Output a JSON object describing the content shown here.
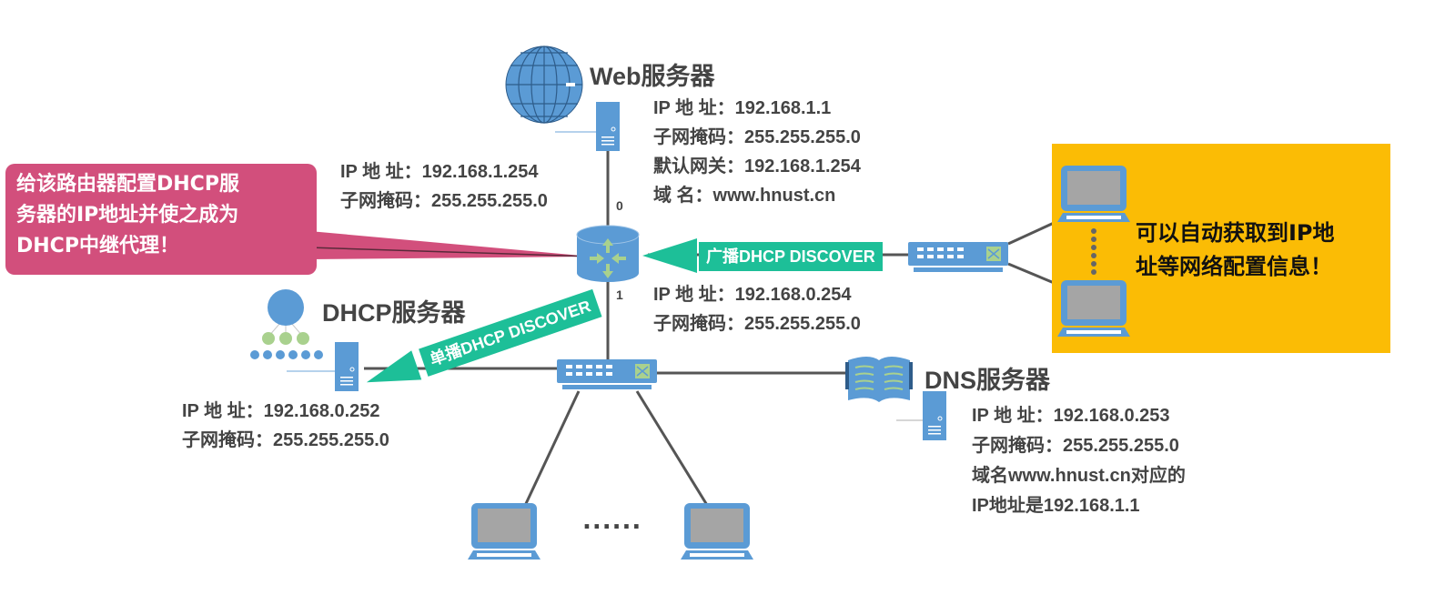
{
  "nodes": {
    "web_server": {
      "title": "Web服务器",
      "lines": [
        "IP 地  址：192.168.1.1",
        "子网掩码：255.255.255.0",
        "默认网关：192.168.1.254",
        "域      名：www.hnust.cn"
      ]
    },
    "router_port0": {
      "port": "0",
      "lines": [
        "IP 地  址：192.168.1.254",
        "子网掩码：255.255.255.0"
      ]
    },
    "router_port1": {
      "port": "1",
      "lines": [
        "IP 地  址：192.168.0.254",
        "子网掩码：255.255.255.0"
      ]
    },
    "dhcp_server": {
      "title": "DHCP服务器",
      "lines": [
        "IP 地  址：192.168.0.252",
        "子网掩码：255.255.255.0"
      ]
    },
    "dns_server": {
      "title": "DNS服务器",
      "lines": [
        "IP 地  址：192.168.0.253",
        "子网掩码：255.255.255.0",
        "域名www.hnust.cn对应的",
        "IP地址是192.168.1.1"
      ]
    }
  },
  "callouts": {
    "router_note": [
      "给该路由器配置DHCP服",
      "务器的IP地址并使之成为",
      "DHCP中继代理！"
    ],
    "clients_note": [
      "可以自动获取到IP地",
      "址等网络配置信息！"
    ]
  },
  "messages": {
    "broadcast": "广播DHCP DISCOVER",
    "unicast": "单播DHCP DISCOVER"
  },
  "ellipsis": "......",
  "colors": {
    "device_blue": "#5b9bd5",
    "accent_green": "#a9d18e",
    "message_teal": "#1dbf98",
    "callout_pink": "#d24f7c",
    "highlight_yellow": "#fbbc05",
    "link_gray": "#555555",
    "text_gray": "#444444"
  }
}
